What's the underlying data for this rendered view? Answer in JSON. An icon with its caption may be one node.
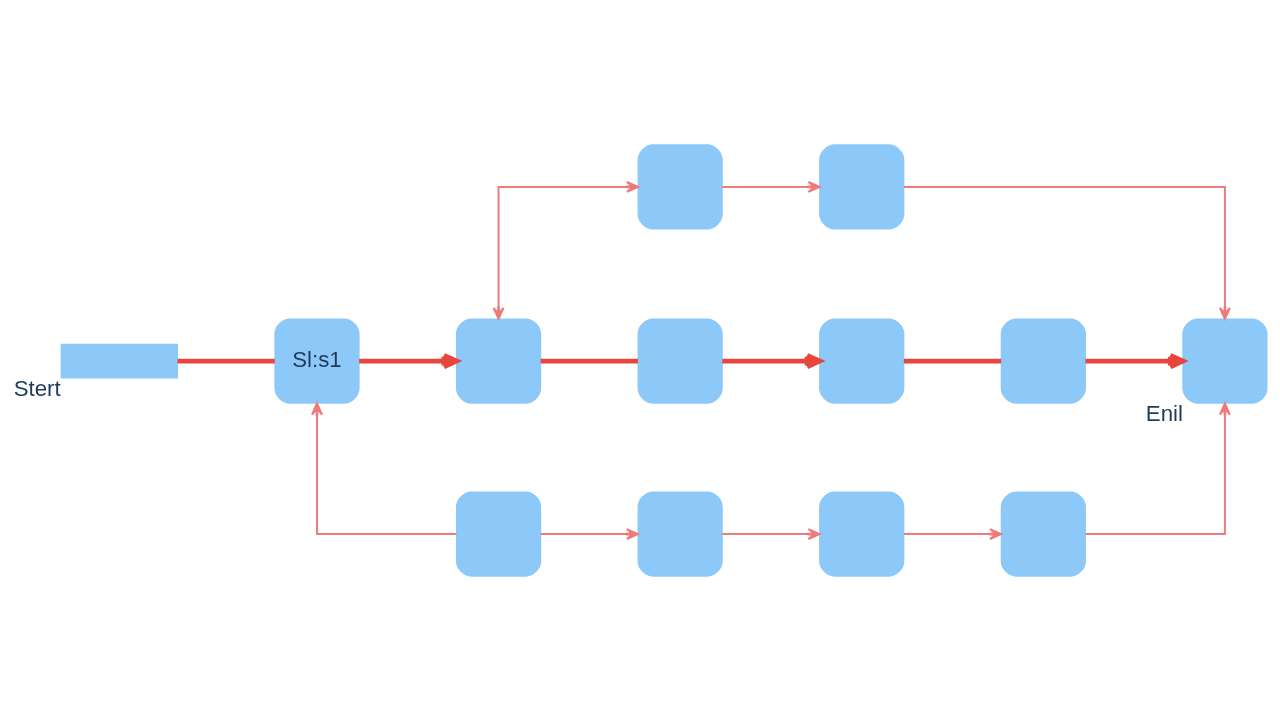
{
  "diagram": {
    "nodes": [
      {
        "text": [],
        "shape": "bar",
        "beside": [
          "Stert"
        ]
      },
      {
        "text": [
          "Sl:s1"
        ]
      },
      {
        "text": [],
        "shape": "box"
      },
      {
        "text": [],
        "shape": "box"
      },
      {
        "text": [],
        "shape": "box"
      },
      {
        "text": [],
        "shape": "box"
      },
      {
        "text": [],
        "shape": "box",
        "beside": [
          "Enil"
        ]
      },
      {
        "text": [],
        "shape": "box"
      },
      {
        "text": [],
        "shape": "box"
      },
      {
        "text": [],
        "shape": "box"
      },
      {
        "text": [],
        "shape": "box"
      },
      {
        "text": [],
        "shape": "box"
      },
      {
        "text": [],
        "shape": "box"
      }
    ],
    "edges": [
      {
        "from": 0,
        "to": 1,
        "arrow": "none",
        "style": "thick",
        "color": "#e8453f"
      },
      {
        "from": 1,
        "to": 2,
        "arrow": "to",
        "style": "thick",
        "color": "#e8453f"
      },
      {
        "from": 2,
        "to": 3,
        "arrow": "none",
        "style": "thick",
        "color": "#e8453f"
      },
      {
        "from": 3,
        "to": 4,
        "arrow": "to",
        "style": "thick",
        "color": "#e8453f"
      },
      {
        "from": 4,
        "to": 5,
        "arrow": "none",
        "style": "thick",
        "color": "#e8453f"
      },
      {
        "from": 5,
        "to": 6,
        "arrow": "to",
        "style": "thick",
        "color": "#e8453f"
      },
      {
        "from": 2,
        "to": 7,
        "arrow": "both"
      },
      {
        "from": 7,
        "to": 8,
        "arrow": "to"
      },
      {
        "from": 8,
        "to": 6,
        "arrow": "to"
      },
      {
        "from": 9,
        "to": 1,
        "arrow": "to"
      },
      {
        "from": 9,
        "to": 10,
        "arrow": "to"
      },
      {
        "from": 10,
        "to": 11,
        "arrow": "to"
      },
      {
        "from": 11,
        "to": 12,
        "arrow": "to"
      },
      {
        "from": 12,
        "to": 6,
        "arrow": "to"
      }
    ]
  }
}
